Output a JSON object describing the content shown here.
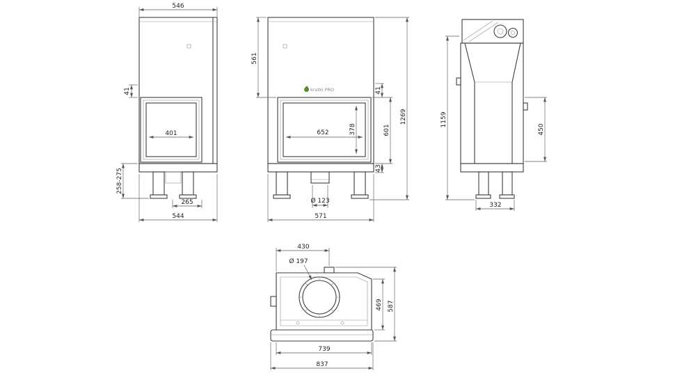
{
  "drawing": {
    "brand": "kratki PRO",
    "views": {
      "side_left": {
        "dims": {
          "top_depth": "546",
          "glass_offset": "41",
          "glass_width": "401",
          "plinth_height_range": "258-275",
          "foot_spacing": "265",
          "base_depth": "544"
        }
      },
      "front": {
        "dims": {
          "hood_height": "561",
          "glass_offset": "41",
          "glass_width": "652",
          "glass_height": "378",
          "door_height": "601",
          "base_offset": "43",
          "total_height": "1269",
          "inlet_diameter": "Ø 123",
          "base_width": "571"
        }
      },
      "side_right": {
        "dims": {
          "body_height": "1159",
          "rear_height": "450",
          "base_depth": "332"
        }
      },
      "top": {
        "dims": {
          "front_width": "430",
          "flue_diameter": "Ø 197",
          "inner_depth": "469",
          "total_depth": "587",
          "inner_width": "739",
          "total_width": "837"
        }
      }
    }
  }
}
